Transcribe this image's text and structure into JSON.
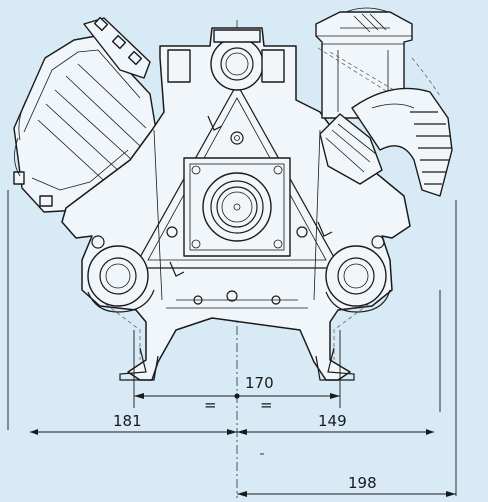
{
  "dimensions": {
    "total_span": "170",
    "left_offset": "181",
    "right_offset": "149",
    "overall_right": "198",
    "equal_left": "=",
    "equal_right": "="
  }
}
